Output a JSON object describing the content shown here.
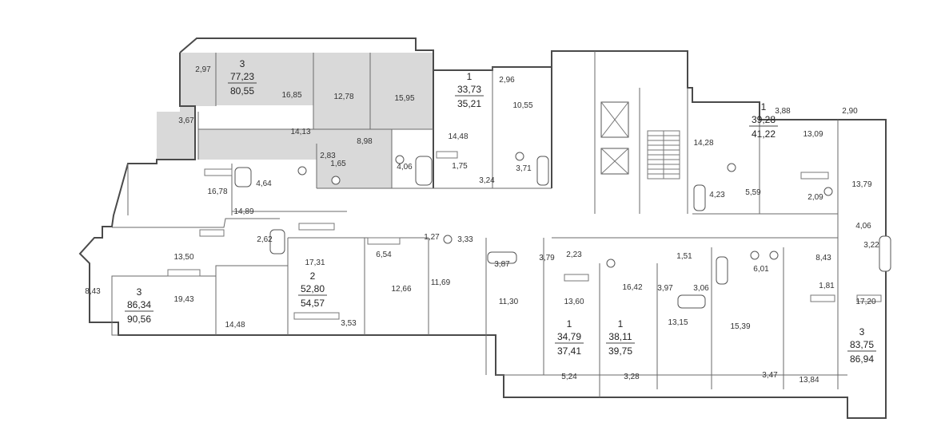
{
  "apartments": [
    {
      "id": "a1",
      "rooms": "3",
      "area": "77,23",
      "total": "80,55"
    },
    {
      "id": "a2",
      "rooms": "1",
      "area": "33,73",
      "total": "35,21"
    },
    {
      "id": "a3",
      "rooms": "1",
      "area": "39,28",
      "total": "41,22"
    },
    {
      "id": "a4",
      "rooms": "3",
      "area": "86,34",
      "total": "90,56"
    },
    {
      "id": "a5",
      "rooms": "2",
      "area": "52,80",
      "total": "54,57"
    },
    {
      "id": "a6",
      "rooms": "1",
      "area": "34,79",
      "total": "37,41"
    },
    {
      "id": "a7",
      "rooms": "1",
      "area": "38,11",
      "total": "39,75"
    },
    {
      "id": "a8",
      "rooms": "3",
      "area": "83,75",
      "total": "86,94"
    }
  ],
  "rooms": [
    "2,97",
    "16,85",
    "12,78",
    "15,95",
    "2,96",
    "10,55",
    "3,88",
    "2,90",
    "3,67",
    "14,13",
    "8,98",
    "2,83",
    "1,65",
    "4,06",
    "14,48",
    "1,75",
    "3,71",
    "3,24",
    "14,28",
    "13,09",
    "13,79",
    "4,23",
    "5,59",
    "2,09",
    "16,78",
    "4,64",
    "14,89",
    "2,62",
    "13,50",
    "17,31",
    "6,54",
    "1,27",
    "3,33",
    "3,87",
    "3,79",
    "2,23",
    "1,51",
    "6,01",
    "8,43",
    "4,06",
    "3,22",
    "8,43",
    "19,43",
    "14,48",
    "3,53",
    "12,66",
    "11,69",
    "11,30",
    "13,60",
    "16,42",
    "3,97",
    "3,06",
    "13,15",
    "15,39",
    "1,81",
    "17,20",
    "5,24",
    "3,28",
    "3,47",
    "13,84"
  ]
}
